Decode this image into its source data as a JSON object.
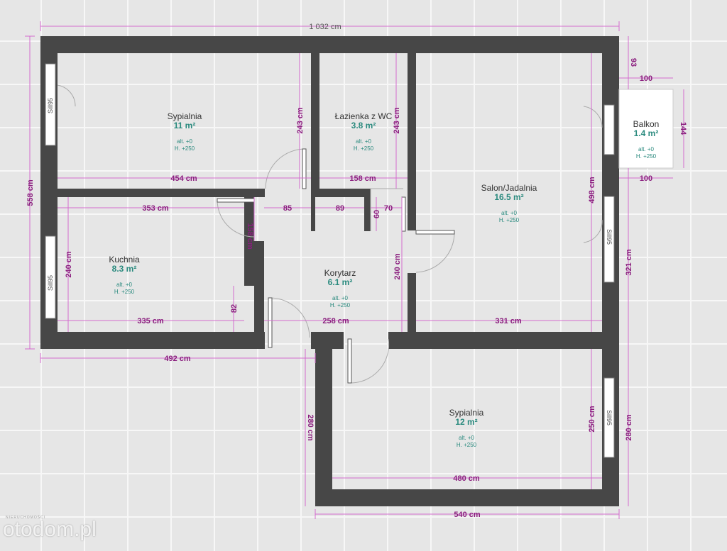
{
  "rooms": {
    "bedroom1": {
      "name": "Sypialnia",
      "area": "11 m²",
      "alt": "alt. +0",
      "h": "H.  +250"
    },
    "bathroom": {
      "name": "Łazienka z WC",
      "area": "3.8 m²",
      "alt": "alt. +0",
      "h": "H.  +250"
    },
    "salon": {
      "name": "Salon/Jadalnia",
      "area": "16.5 m²",
      "alt": "alt. +0",
      "h": "H.  +250"
    },
    "balcony": {
      "name": "Balkon",
      "area": "1.4 m²",
      "alt": "alt. +0",
      "h": "H.  +250"
    },
    "kitchen": {
      "name": "Kuchnia",
      "area": "8.3 m²",
      "alt": "alt. +0",
      "h": "H.  +250"
    },
    "corridor": {
      "name": "Korytarz",
      "area": "6.1 m²",
      "alt": "alt. +0",
      "h": "H.  +250"
    },
    "bedroom2": {
      "name": "Sypialnia",
      "area": "12 m²",
      "alt": "alt. +0",
      "h": "H.  +250"
    }
  },
  "dimensions": {
    "total_width": "1 032 cm",
    "total_height_left": "558 cm",
    "bedroom1_width": "454 cm",
    "bedroom1_height": "243 cm",
    "bathroom_width": "158 cm",
    "bathroom_height": "243 cm",
    "salon_height": "498 cm",
    "salon_width": "331 cm",
    "kitchen_top": "353 cm",
    "kitchen_width": "335 cm",
    "kitchen_height": "240 cm",
    "kitchen_door": "158 cm",
    "kitchen_small": "82",
    "corridor_85": "85",
    "corridor_89": "89",
    "corridor_70": "70",
    "corridor_60": "60",
    "corridor_height": "240 cm",
    "corridor_width": "258 cm",
    "bottom_left": "492 cm",
    "right_93": "93",
    "balcony_top": "100",
    "balcony_bottom": "100",
    "balcony_height": "144",
    "right_321": "321 cm",
    "bedroom2_height": "250 cm",
    "bedroom2_width": "480 cm",
    "bedroom2_outer": "540 cm",
    "bedroom2_left": "280 cm",
    "bedroom2_right": "280 cm"
  },
  "windows": {
    "sill_left_top": "Sill95",
    "sill_left_bottom": "Sill95",
    "sill_right_salon": "Sill95",
    "sill_right_bedroom2": "Sill95"
  },
  "watermark": {
    "text": "otodom.pl",
    "small": "NIERUCHOMOŚCI"
  }
}
